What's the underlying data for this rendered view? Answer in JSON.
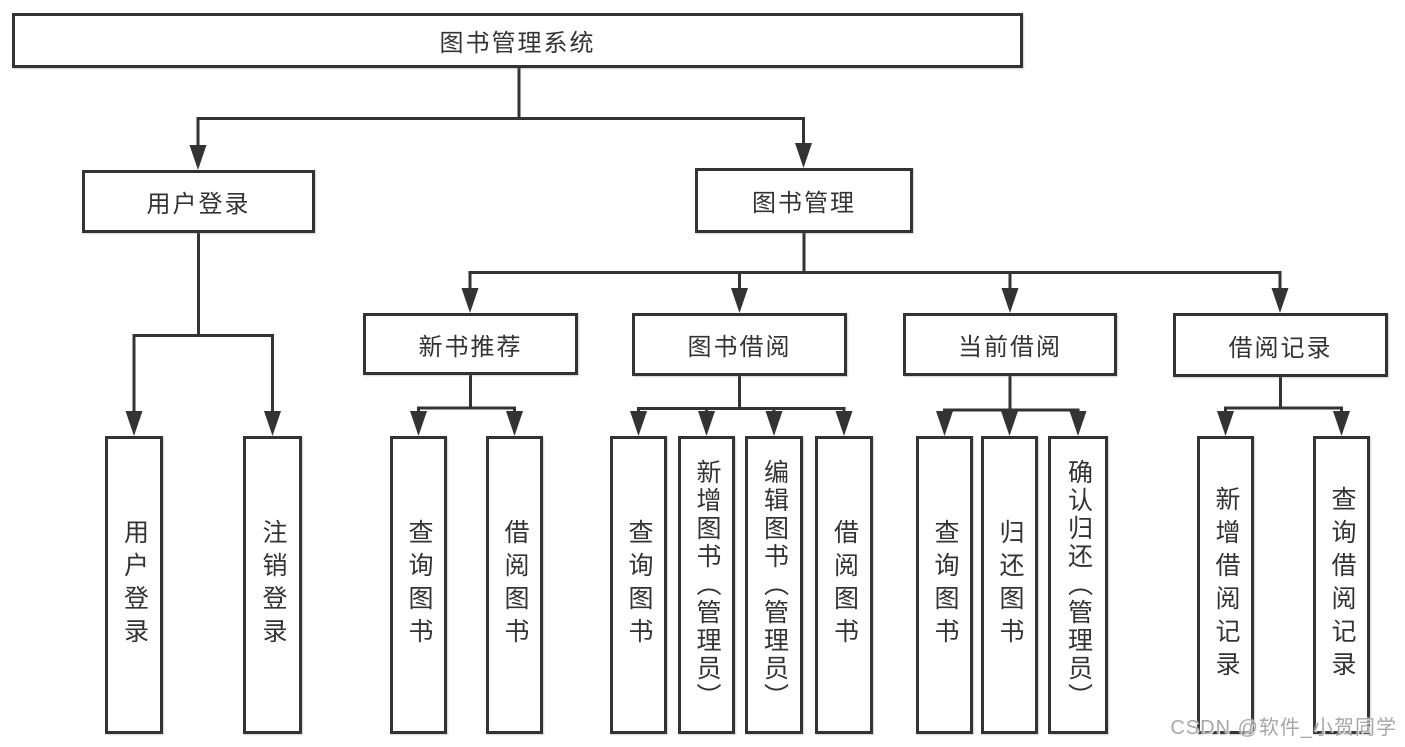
{
  "tree": {
    "root": {
      "label": "图书管理系统"
    },
    "branches": [
      {
        "label": "用户登录",
        "children": [
          {
            "label": "用户登录"
          },
          {
            "label": "注销登录"
          }
        ]
      },
      {
        "label": "图书管理",
        "children": [
          {
            "label": "新书推荐",
            "children": [
              {
                "label": "查询图书"
              },
              {
                "label": "借阅图书"
              }
            ]
          },
          {
            "label": "图书借阅",
            "children": [
              {
                "label": "查询图书"
              },
              {
                "label": "新增图书（管理员）"
              },
              {
                "label": "编辑图书（管理员）"
              },
              {
                "label": "借阅图书"
              }
            ]
          },
          {
            "label": "当前借阅",
            "children": [
              {
                "label": "查询图书"
              },
              {
                "label": "归还图书"
              },
              {
                "label": "确认归还（管理员）"
              }
            ]
          },
          {
            "label": "借阅记录",
            "children": [
              {
                "label": "新增借阅记录"
              },
              {
                "label": "查询借阅记录"
              }
            ]
          }
        ]
      }
    ]
  },
  "watermark": {
    "text": "CSDN @软件_小贺同学"
  },
  "colors": {
    "line": "#333333",
    "box_border": "#333333",
    "box_fill": "#ffffff",
    "text": "#333333",
    "watermark": "#a8a8a8",
    "background": "#ffffff"
  }
}
